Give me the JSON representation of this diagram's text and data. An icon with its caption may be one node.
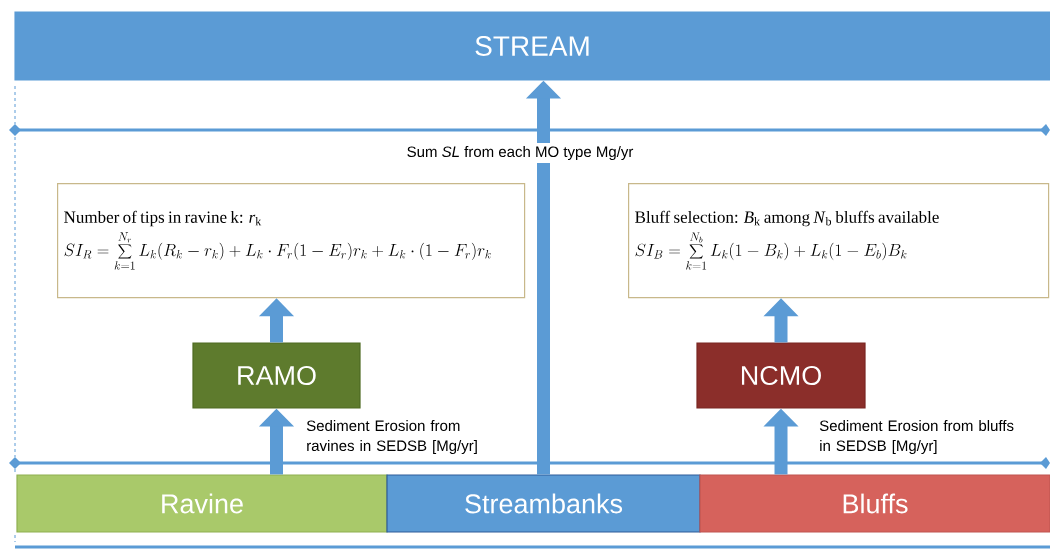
{
  "diagram": {
    "nodes": [
      {
        "text": [
          "STREAM"
        ]
      },
      {
        "text": [
          "Number of tips in ravine k: *r*$_{k}$",
          "SI_R = \\sum_{k=1}^{N_r} L_k(R_k - r_k) + L_k \\cdot F_r(1-E_r)r_k + L_k \\cdot (1-F_r)r_k"
        ]
      },
      {
        "text": [
          "Bluff selection: *B*$_{k}$ among *N*$_{b}$ bluffs available",
          "SI_B = \\sum_{k=1}^{N_b} L_k(1-B_k) + L_k(1-E_b)B_k"
        ]
      },
      {
        "text": [
          "RAMO"
        ]
      },
      {
        "text": [
          "NCMO"
        ]
      },
      {
        "text": [
          "Ravine"
        ]
      },
      {
        "text": [
          "Streambanks"
        ]
      },
      {
        "text": [
          "Bluffs"
        ]
      }
    ],
    "edges": [
      {
        "from": 5,
        "to": 3,
        "arrow": "to",
        "label": "Sediment Erosion from ravines in SEDSB [Mg/yr]"
      },
      {
        "from": 3,
        "to": 1,
        "arrow": "to"
      },
      {
        "from": 6,
        "to": 0,
        "arrow": "to",
        "label": "Sum *SL* from each MO type Mg/yr"
      },
      {
        "from": 7,
        "to": 4,
        "arrow": "to",
        "label": "Sediment Erosion from bluffs in SEDSB [Mg/yr]"
      },
      {
        "from": 4,
        "to": 2,
        "arrow": "to"
      }
    ]
  }
}
